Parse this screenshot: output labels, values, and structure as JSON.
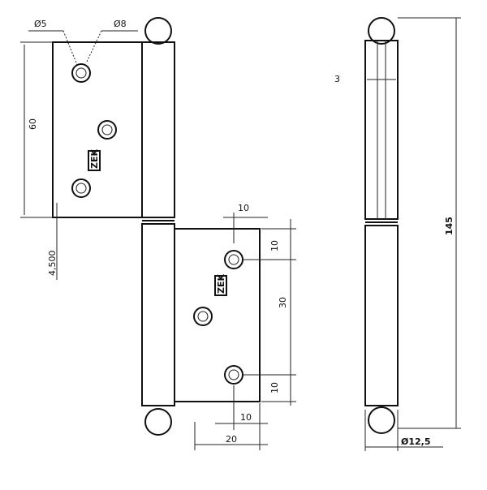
{
  "drawing": {
    "front_view": {
      "hole_diameter_inner": "Ø5",
      "hole_diameter_outer": "Ø8",
      "upper_leaf_height": "60",
      "offset": "4,500",
      "top_hole_x": "10",
      "top_hole_y": "10",
      "hole_spacing": "30",
      "bottom_hole_y": "10",
      "bottom_hole_x": "10",
      "leaf_width": "20",
      "logo": "ZEK"
    },
    "side_view": {
      "pin_gap": "3",
      "total_height": "145",
      "knuckle_diameter": "Ø12,5"
    }
  }
}
